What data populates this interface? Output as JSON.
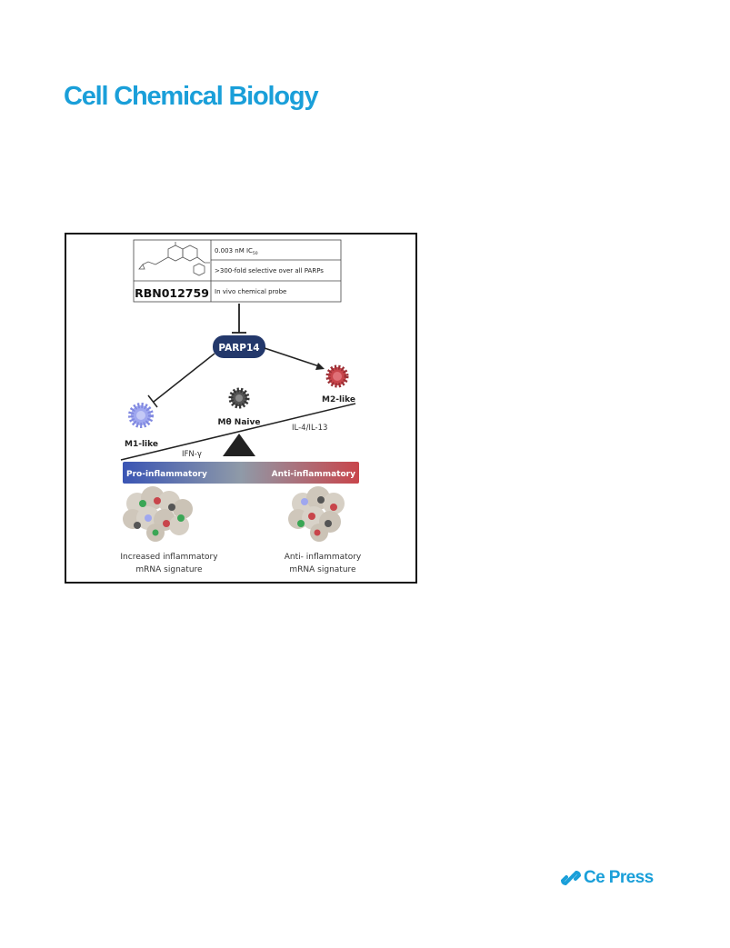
{
  "header": {
    "journal_title": "Cell Chemical Biology"
  },
  "abstract": {
    "compound": {
      "name": "RBN012759",
      "props": [
        {
          "main": "0.003 nM IC",
          "sub": "50"
        },
        {
          "main": ">300-fold selective over all PARPs",
          "sub": ""
        },
        {
          "main": "In vivo chemical probe",
          "sub": ""
        }
      ]
    },
    "target": "PARP14",
    "cells": {
      "m1": "M1-like",
      "m2": "M2-like",
      "naive": "Mθ Naive"
    },
    "stimuli": {
      "ifn": "IFN-γ",
      "il": "IL-4/IL-13"
    },
    "gradient": {
      "left": "Pro-inflammatory",
      "right": "Anti-inflammatory"
    },
    "outcomes": {
      "left": [
        "Increased inflammatory",
        "mRNA signature"
      ],
      "right": [
        "Anti- inflammatory",
        "mRNA signature"
      ]
    },
    "colors": {
      "m1": "#9fa7ef",
      "m2": "#c8454b",
      "naive": "#555555",
      "target": "#23386b",
      "grad_start": "#3a55b4",
      "grad_end": "#c8454b"
    }
  },
  "footer": {
    "publisher": "Ce Press"
  }
}
